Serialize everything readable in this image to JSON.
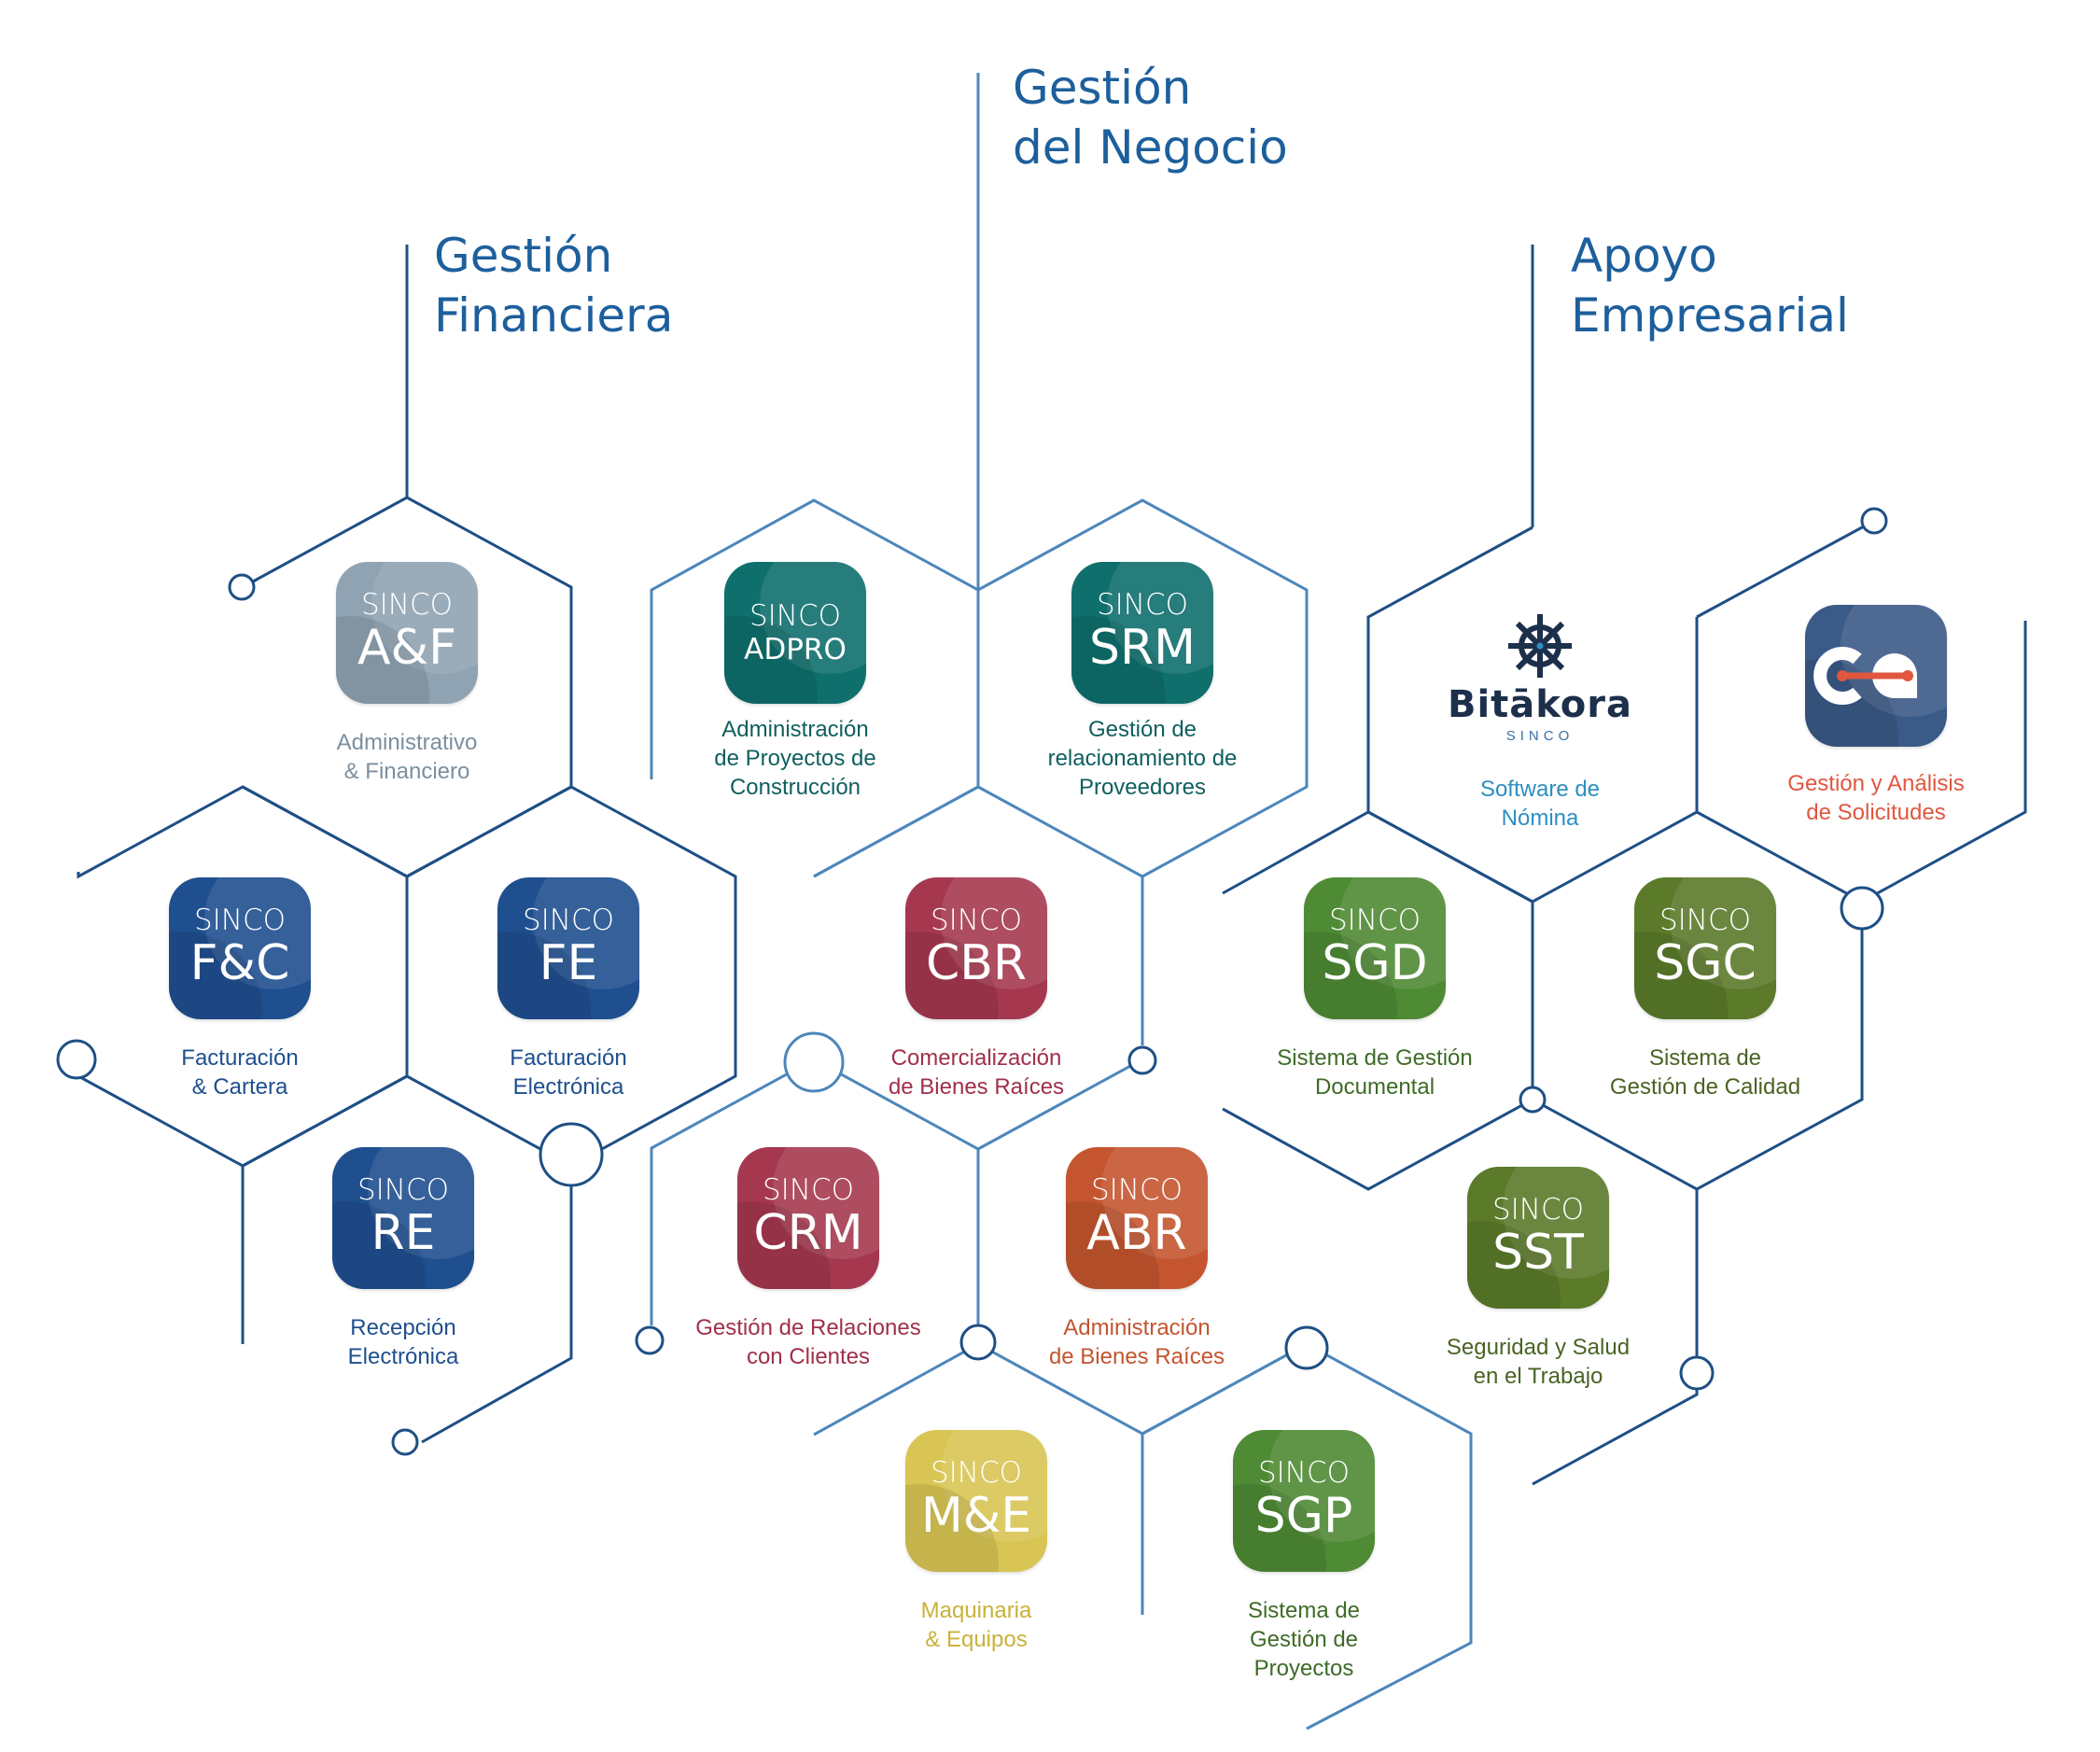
{
  "headings": {
    "financiera": [
      "Gestión",
      "Financiera"
    ],
    "negocio": [
      "Gestión",
      "del Negocio"
    ],
    "apoyo": [
      "Apoyo",
      "Empresarial"
    ]
  },
  "colors": {
    "line_dark": "#1e4f85",
    "line_light": "#4d86bb",
    "heading": "#1d5f9c"
  },
  "modules": {
    "af": {
      "brand": "SINCO",
      "code": "A&F",
      "desc": [
        "Administrativo",
        "& Financiero"
      ],
      "color": "#8fa3b3",
      "text_color": "#7b8f9f"
    },
    "fc": {
      "brand": "SINCO",
      "code": "F&C",
      "desc": [
        "Facturación",
        "& Cartera"
      ],
      "color": "#1f4f8f",
      "text_color": "#1f4f8f"
    },
    "fe": {
      "brand": "SINCO",
      "code": "FE",
      "desc": [
        "Facturación",
        "Electrónica"
      ],
      "color": "#1f4f8f",
      "text_color": "#1f4f8f"
    },
    "re": {
      "brand": "SINCO",
      "code": "RE",
      "desc": [
        "Recepción",
        "Electrónica"
      ],
      "color": "#1f4f8f",
      "text_color": "#1f4f8f"
    },
    "adpro": {
      "brand": "SINCO",
      "code": "ADPRO",
      "desc": [
        "Administración",
        "de Proyectos de",
        "Construcción"
      ],
      "color": "#0e6f6c",
      "text_color": "#0f5f5e"
    },
    "srm": {
      "brand": "SINCO",
      "code": "SRM",
      "desc": [
        "Gestión de",
        "relacionamiento de",
        "Proveedores"
      ],
      "color": "#0e6f6c",
      "text_color": "#0f5f5e"
    },
    "cbr": {
      "brand": "SINCO",
      "code": "CBR",
      "desc": [
        "Comercialización",
        "de Bienes Raíces"
      ],
      "color": "#a5384f",
      "text_color": "#a0304a"
    },
    "crm": {
      "brand": "SINCO",
      "code": "CRM",
      "desc": [
        "Gestión de Relaciones",
        "con Clientes"
      ],
      "color": "#a5384f",
      "text_color": "#a0304a"
    },
    "abr": {
      "brand": "SINCO",
      "code": "ABR",
      "desc": [
        "Administración",
        "de Bienes Raíces"
      ],
      "color": "#c4552f",
      "text_color": "#c2552f"
    },
    "me": {
      "brand": "SINCO",
      "code": "M&E",
      "desc": [
        "Maquinaria",
        "& Equipos"
      ],
      "color": "#d9c553",
      "text_color": "#c9b23a"
    },
    "sgp": {
      "brand": "SINCO",
      "code": "SGP",
      "desc": [
        "Sistema de",
        "Gestión de",
        "Proyectos"
      ],
      "color": "#4f8a34",
      "text_color": "#3e6b28"
    },
    "sgd": {
      "brand": "SINCO",
      "code": "SGD",
      "desc": [
        "Sistema de Gestión",
        "Documental"
      ],
      "color": "#4f8a34",
      "text_color": "#3e6b28"
    },
    "sgc": {
      "brand": "SINCO",
      "code": "SGC",
      "desc": [
        "Sistema de",
        "Gestión de Calidad"
      ],
      "color": "#5b7a2a",
      "text_color": "#4a6324"
    },
    "sst": {
      "brand": "SINCO",
      "code": "SST",
      "desc": [
        "Seguridad y Salud",
        "en el Trabajo"
      ],
      "color": "#5b7a2a",
      "text_color": "#4a6324"
    },
    "bitakora": {
      "logo_word": "Bitākora",
      "logo_sub": "SINCO",
      "desc": [
        "Software de",
        "Nómina"
      ],
      "text_color": "#2c8fc1"
    },
    "ga": {
      "desc": [
        "Gestión y Análisis",
        "de Solicitudes"
      ],
      "color": "#3a5a87",
      "mark_color": "#e0573f",
      "text_color": "#e0573f"
    }
  }
}
